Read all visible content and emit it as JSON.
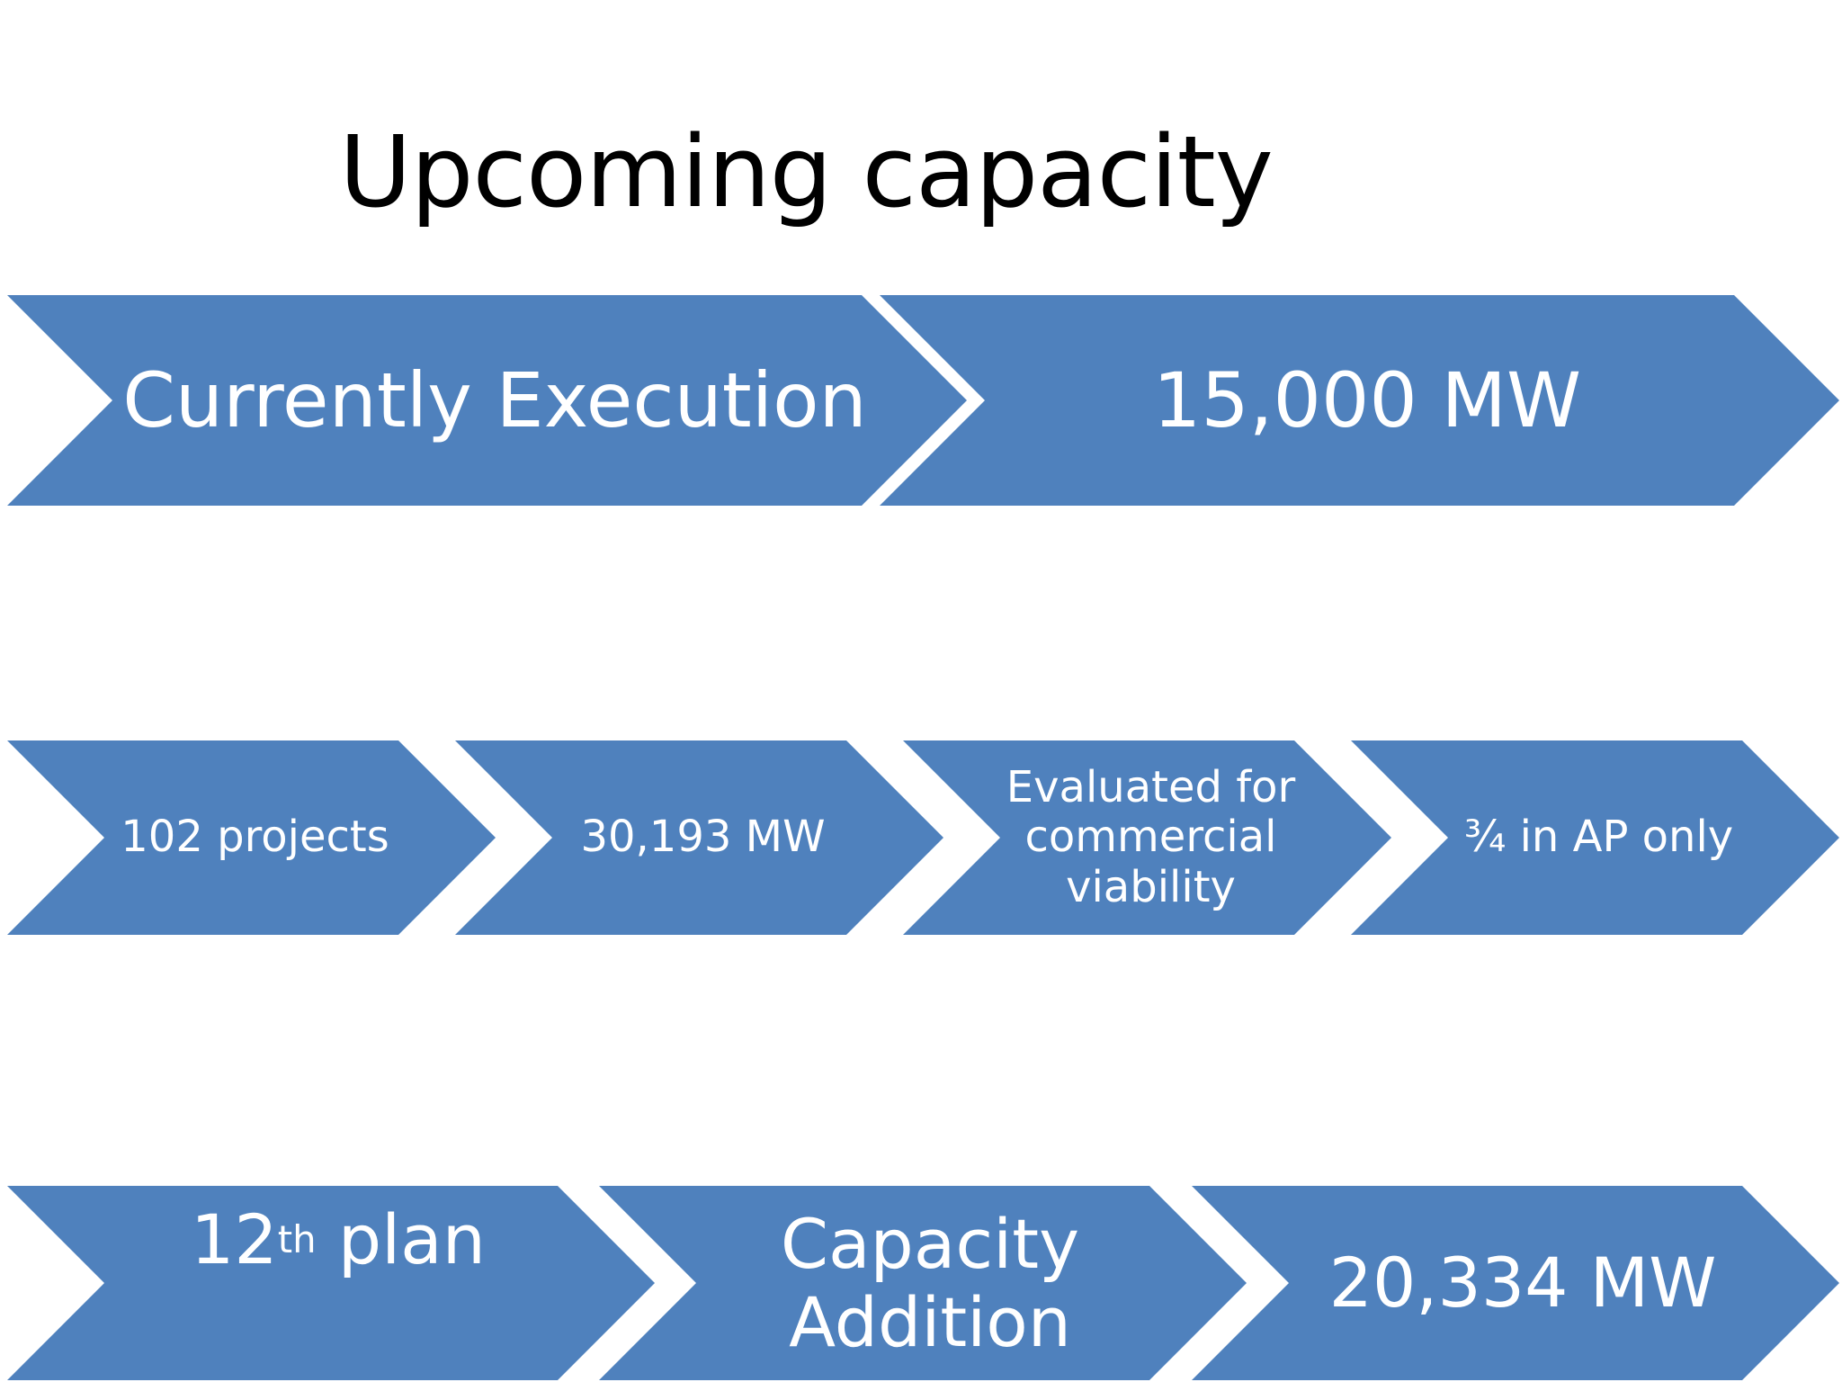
{
  "title": "Upcoming capacity",
  "row1": {
    "items": [
      "Currently Execution",
      "15,000 MW"
    ]
  },
  "row2": {
    "items": [
      "102 projects",
      "30,193 MW",
      "Evaluated for commercial viability",
      "¾ in AP only"
    ]
  },
  "row3": {
    "plan_number": "12",
    "plan_suffix": "th",
    "plan_word": "plan",
    "items": [
      "Capacity Addition",
      "20,334 MW"
    ]
  },
  "colors": {
    "arrow_fill": "#4F81BD",
    "label_text": "#FFFFFF"
  }
}
